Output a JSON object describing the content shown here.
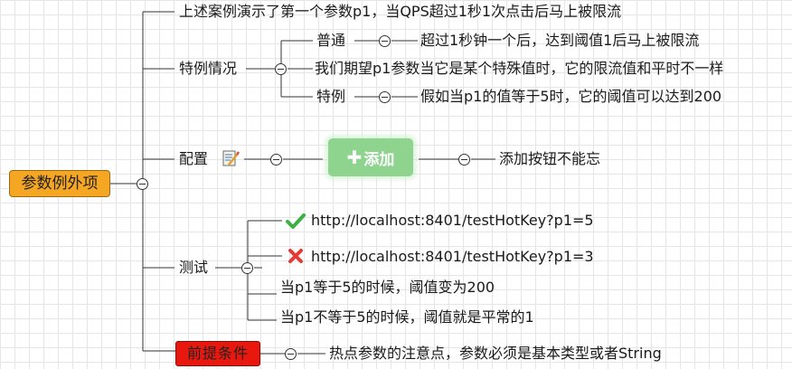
{
  "mindmap": {
    "root": "参数例外项",
    "branch_1": "上述案例演示了第一个参数p1，当QPS超过1秒1次点击后马上被限流",
    "special_cases": {
      "label": "特例情况",
      "normal": {
        "label": "普通",
        "note": "超过1秒钟一个后，达到阈值1后马上被限流"
      },
      "expectation": "我们期望p1参数当它是某个特殊值时，它的限流值和平时不一样",
      "special": {
        "label": "特例",
        "note": "假如当p1的值等于5时，它的阈值可以达到200"
      }
    },
    "config": {
      "label": "配置",
      "icon": "memo-icon",
      "button_label": "添加",
      "note": "添加按钮不能忘"
    },
    "test": {
      "label": "测试",
      "items": [
        "http://localhost:8401/testHotKey?p1=5",
        "http://localhost:8401/testHotKey?p1=3",
        "当p1等于5的时候，阈值变为200",
        "当p1不等于5的时候，阈值就是平常的1"
      ],
      "item_icons": [
        "check-icon",
        "cross-icon"
      ]
    },
    "prerequisite": {
      "label": "前提条件",
      "note": "热点参数的注意点，参数必须是基本类型或者String"
    }
  },
  "colors": {
    "root_fill": "#f5a623",
    "prerequisite_fill": "#e8180f",
    "button_fill": "#8ed38e",
    "check": "#3cb043",
    "cross": "#e53935"
  }
}
